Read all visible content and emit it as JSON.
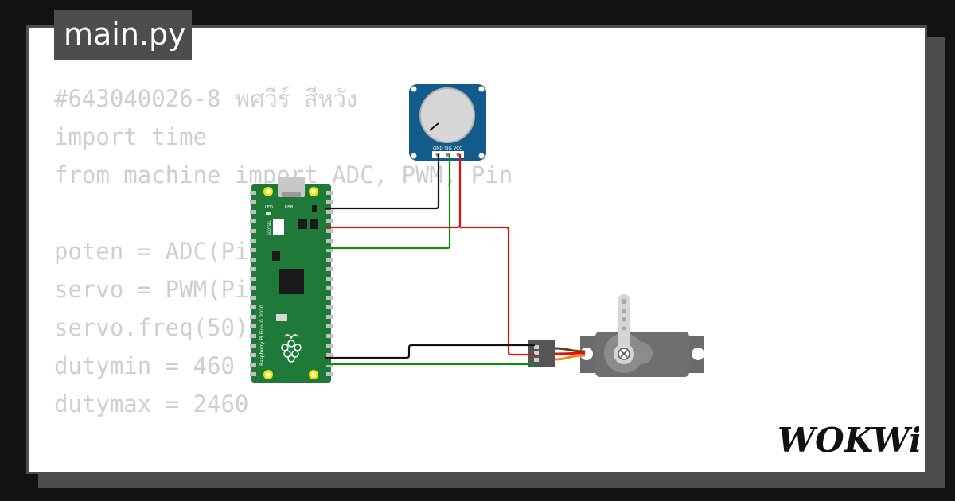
{
  "file_tab": {
    "label": "main.py"
  },
  "code_lines": [
    "#643040026-8 พศวีร์ สีหวัง",
    "import time",
    "from machine import ADC, PWM, Pin",
    "",
    "poten = ADC(Pin(26))",
    "servo = PWM(Pin(15))",
    "servo.freq(50)",
    "dutymin = 460",
    "dutymax = 2460"
  ],
  "board": {
    "silkscreen": "Raspberry Pi Pico © 2020",
    "led_label": "LED",
    "usb_label": "USB",
    "bootsel_label": "BOOTSEL"
  },
  "potentiometer": {
    "pin_labels": "GND SIG VCC"
  },
  "brand": {
    "logo_text": "WOKWi"
  },
  "colors": {
    "board_green": "#1f7a3a",
    "pot_blue": "#125b8a",
    "wire_red": "#e01010",
    "wire_black": "#111111",
    "wire_green": "#148a14",
    "servo_gray": "#6b6b6b"
  }
}
